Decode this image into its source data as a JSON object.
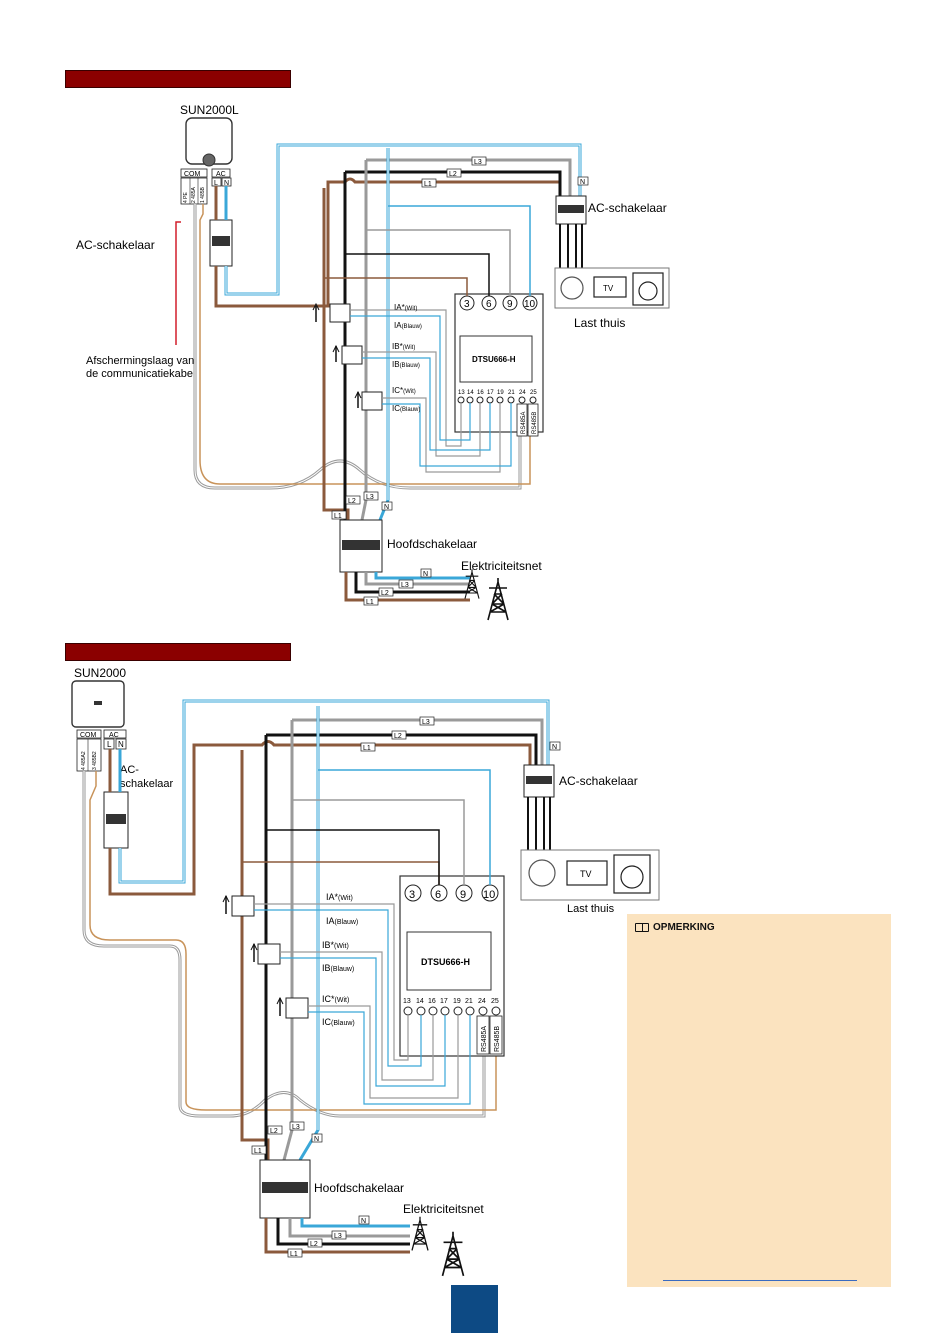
{
  "diagram1": {
    "inverter": "SUN2000L",
    "com_label": "COM",
    "ac_label": "AC",
    "port_l": "L",
    "port_n": "N",
    "com_pins": [
      "4 PE",
      "2 485A",
      "1 485B"
    ],
    "ac_switch_left": "AC-schakelaar",
    "ac_switch_right": "AC-schakelaar",
    "shield_label": [
      "Afschermingslaag van",
      "de communicatiekabel"
    ],
    "load_label": "Last thuis",
    "tv_label": "TV",
    "meter": "DTSU666-H",
    "meter_top_terminals": [
      "3",
      "6",
      "9",
      "10"
    ],
    "meter_bottom_terminals": [
      "13",
      "14",
      "16",
      "17",
      "19",
      "21",
      "24",
      "25"
    ],
    "rs485": [
      "RS485A",
      "RS485B"
    ],
    "ct_labels": [
      {
        "name": "IA",
        "sup": "*",
        "note": "(Wit)"
      },
      {
        "name": "IA",
        "sup": "",
        "note": "(Blauw)"
      },
      {
        "name": "IB",
        "sup": "*",
        "note": "(Wit)"
      },
      {
        "name": "IB",
        "sup": "",
        "note": "(Blauw)"
      },
      {
        "name": "IC",
        "sup": "*",
        "note": "(Wit)"
      },
      {
        "name": "IC",
        "sup": "",
        "note": "(Blauw)"
      }
    ],
    "main_switch": "Hoofdschakelaar",
    "grid": "Elektriciteitsnet",
    "wires": {
      "l1": "L1",
      "l2": "L2",
      "l3": "L3",
      "n": "N"
    }
  },
  "diagram2": {
    "inverter": "SUN2000",
    "com_label": "COM",
    "ac_label": "AC",
    "port_l": "L",
    "port_n": "N",
    "com_pins": [
      "4 485A2",
      "3 485B2"
    ],
    "ac_switch_left": [
      "AC-",
      "schakelaar"
    ],
    "ac_switch_right": "AC-schakelaar",
    "load_label": "Last thuis",
    "tv_label": "TV",
    "meter": "DTSU666-H",
    "meter_top_terminals": [
      "3",
      "6",
      "9",
      "10"
    ],
    "meter_bottom_terminals": [
      "13",
      "14",
      "16",
      "17",
      "19",
      "21",
      "24",
      "25"
    ],
    "rs485": [
      "RS485A",
      "RS485B"
    ],
    "ct_labels": [
      {
        "name": "IA",
        "sup": "*",
        "note": "(Wit)"
      },
      {
        "name": "IA",
        "sup": "",
        "note": "(Blauw)"
      },
      {
        "name": "IB",
        "sup": "*",
        "note": "(Wit)"
      },
      {
        "name": "IB",
        "sup": "",
        "note": "(Blauw)"
      },
      {
        "name": "IC",
        "sup": "*",
        "note": "(Wit)"
      },
      {
        "name": "IC",
        "sup": "",
        "note": "(Blauw)"
      }
    ],
    "main_switch": "Hoofdschakelaar",
    "grid": "Elektriciteitsnet",
    "wires": {
      "l1": "L1",
      "l2": "L2",
      "l3": "L3",
      "n": "N"
    }
  },
  "note": {
    "heading": "OPMERKING"
  },
  "colors": {
    "section_bar": "#8b0000",
    "brown_wire": "#8b5a3c",
    "black_wire": "#111111",
    "grey_wire": "#9a9a9a",
    "blue_wire": "#3aa7d8",
    "shield_wire": "#d21f2b",
    "note_bg": "#fbe3bf",
    "page_tab": "#0d4a84"
  }
}
